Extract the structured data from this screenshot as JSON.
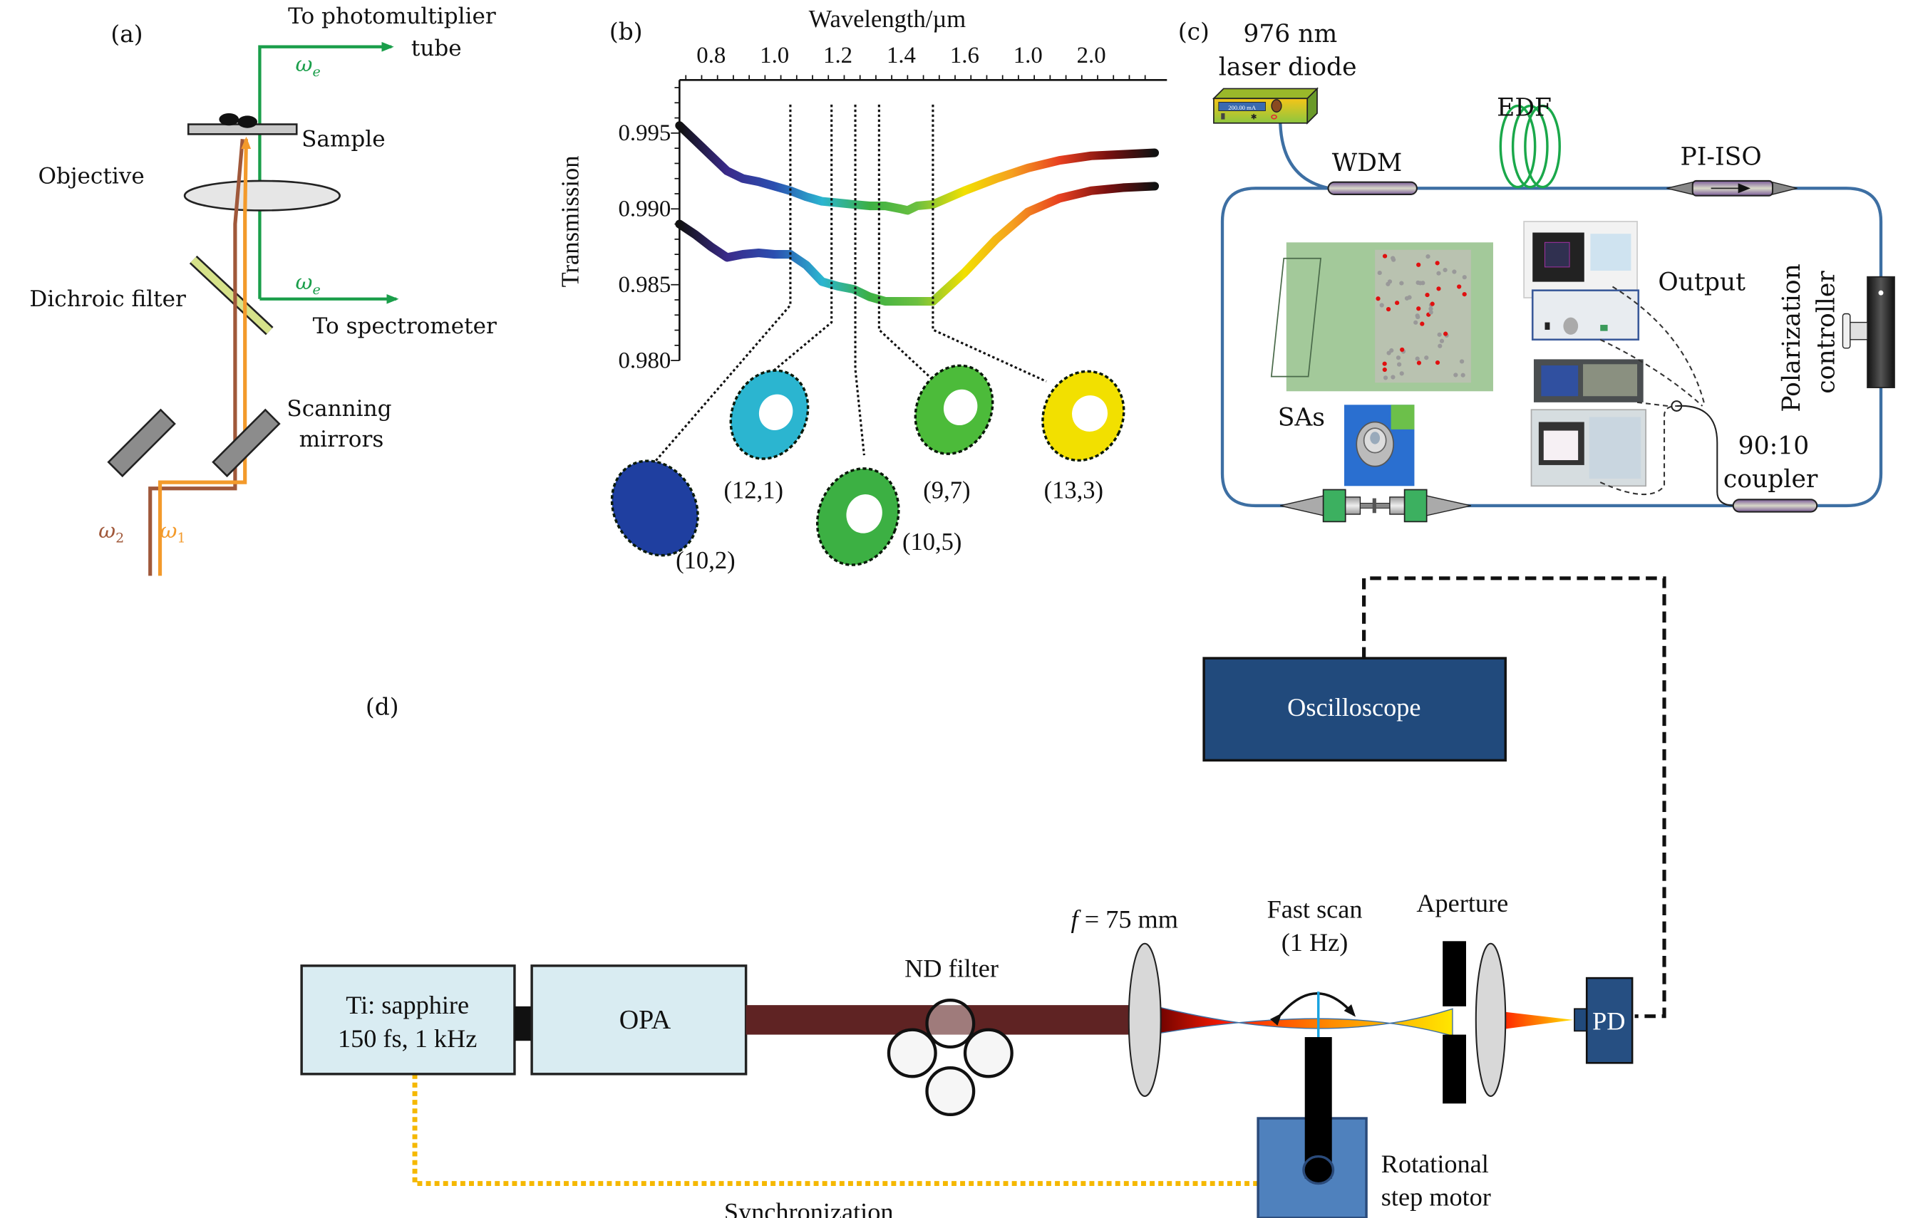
{
  "panels": {
    "a": {
      "label": "(a)",
      "to_pmt_line1": "To photomultiplier",
      "to_pmt_line2": "tube",
      "omega_e": "ω",
      "omega_e_sub": "e",
      "sample": "Sample",
      "objective": "Objective",
      "dichroic": "Dichroic filter",
      "to_spectrometer": "To spectrometer",
      "scanning_line1": "Scanning",
      "scanning_line2": "mirrors",
      "omega2": "ω",
      "omega2_sub": "2",
      "omega1": "ω",
      "omega1_sub": "1",
      "colors": {
        "green": "#1a9e4a",
        "orange": "#f39a2b",
        "brown": "#a0583a"
      }
    },
    "b": {
      "label": "(b)",
      "nanotubes": [
        {
          "label": "(10,2)",
          "color": "#1f3fa0"
        },
        {
          "label": "(12,1)",
          "color": "#2bb5d0"
        },
        {
          "label": "(10,5)",
          "color": "#3cb043"
        },
        {
          "label": "(9,7)",
          "color": "#4cbb3a"
        },
        {
          "label": "(13,3)",
          "color": "#f2e000"
        }
      ]
    },
    "c": {
      "label": "(c)",
      "laser_line1": "976 nm",
      "laser_line2": "laser diode",
      "laser_display": "200.00 mA",
      "wdm": "WDM",
      "edf": "EDF",
      "pi_iso": "PI-ISO",
      "output": "Output",
      "polarization_line1": "Polarization",
      "polarization_line2": "controller",
      "sas": "SAs",
      "coupler_line1": "90:10",
      "coupler_line2": "coupler",
      "fiber_color": "#3d6fa3"
    },
    "d": {
      "label": "(d)",
      "oscilloscope": "Oscilloscope",
      "laser_line1": "Ti: sapphire",
      "laser_line2": "150 fs, 1 kHz",
      "opa": "OPA",
      "nd_filter": "ND filter",
      "lens_label": "f = 75 mm",
      "lens_f": "f",
      "lens_rest": " = 75 mm",
      "fast_scan_line1": "Fast scan",
      "fast_scan_line2": "(1 Hz)",
      "aperture": "Aperture",
      "pd": "PD",
      "motor_line1": "Rotational",
      "motor_line2": "step motor",
      "synchronization": "Synchronization",
      "colors": {
        "box_dark": "#214a7c",
        "box_light": "#d9ecf2",
        "motor": "#4f81bd",
        "beam": "#5f2323",
        "sync": "#f5b800"
      }
    }
  },
  "chart_data": {
    "type": "line",
    "title": "",
    "xlabel": "Wavelength/µm",
    "ylabel": "Transmission",
    "x_tick_labels": [
      "0.8",
      "1.0",
      "1.2",
      "1.4",
      "1.6",
      "1.0",
      "2.0"
    ],
    "x_ticks": [
      0.8,
      1.0,
      1.2,
      1.4,
      1.6,
      1.8,
      2.0
    ],
    "y_tick_labels": [
      "0.995",
      "0.990",
      "0.985",
      "0.980"
    ],
    "y_ticks": [
      0.995,
      0.99,
      0.985,
      0.98
    ],
    "xlim": [
      0.7,
      2.2
    ],
    "ylim": [
      0.98,
      0.9985
    ],
    "markers_um": [
      1.05,
      1.18,
      1.255,
      1.33,
      1.5
    ],
    "series": [
      {
        "name": "upper",
        "x": [
          0.7,
          0.75,
          0.8,
          0.85,
          0.9,
          0.95,
          1.0,
          1.05,
          1.1,
          1.15,
          1.2,
          1.25,
          1.3,
          1.35,
          1.4,
          1.42,
          1.45,
          1.5,
          1.6,
          1.7,
          1.8,
          1.9,
          2.0,
          2.1,
          2.2
        ],
        "y": [
          0.9955,
          0.9945,
          0.9935,
          0.9925,
          0.992,
          0.9918,
          0.9915,
          0.9912,
          0.9908,
          0.9905,
          0.9904,
          0.9903,
          0.9902,
          0.9902,
          0.99,
          0.9899,
          0.9902,
          0.9903,
          0.9912,
          0.992,
          0.9927,
          0.9932,
          0.9935,
          0.9936,
          0.9937
        ]
      },
      {
        "name": "lower",
        "x": [
          0.7,
          0.75,
          0.8,
          0.85,
          0.9,
          0.95,
          1.0,
          1.05,
          1.1,
          1.15,
          1.2,
          1.25,
          1.3,
          1.35,
          1.4,
          1.45,
          1.5,
          1.6,
          1.7,
          1.8,
          1.9,
          2.0,
          2.1,
          2.2
        ],
        "y": [
          0.989,
          0.9883,
          0.9875,
          0.9868,
          0.987,
          0.9871,
          0.987,
          0.987,
          0.9863,
          0.9852,
          0.9849,
          0.9847,
          0.9842,
          0.9839,
          0.9839,
          0.9839,
          0.9839,
          0.9858,
          0.988,
          0.9898,
          0.9907,
          0.9912,
          0.9914,
          0.9915
        ]
      }
    ],
    "color_gradient": [
      "#111111",
      "#3a2a8a",
      "#2b4fb0",
      "#2bb5d0",
      "#3cb043",
      "#6cc040",
      "#f2e000",
      "#f5a020",
      "#e84020",
      "#7a1010",
      "#111111"
    ]
  }
}
